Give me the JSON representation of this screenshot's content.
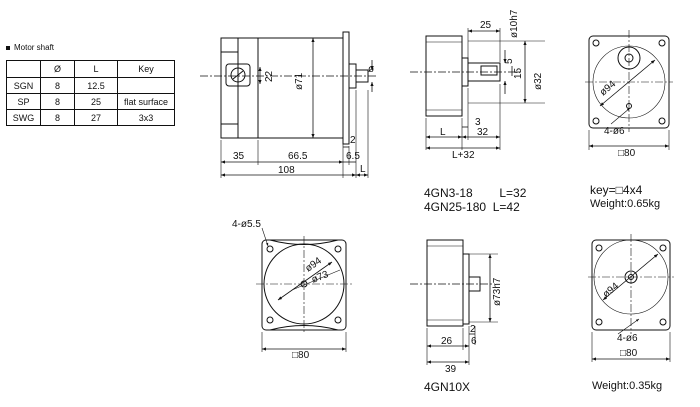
{
  "motor_shaft": {
    "title": "Motor shaft",
    "headers": [
      "",
      "Ø",
      "L",
      "Key"
    ],
    "rows": [
      [
        "SGN",
        "8",
        "12.5",
        ""
      ],
      [
        "SP",
        "8",
        "25",
        "flat surface"
      ],
      [
        "SWG",
        "8",
        "27",
        "3x3"
      ]
    ]
  },
  "side_view": {
    "dia_71": "ø71",
    "dim_22": "22",
    "dim_phi": "ø",
    "dim_2": "2",
    "dim_6_5": "6.5",
    "dim_35": "35",
    "dim_66_5": "66.5",
    "dim_108": "108",
    "dim_L": "L"
  },
  "gear_head": {
    "dim_25": "25",
    "dim_10h7": "ø10h7",
    "dim_32": "ø32",
    "dim_15": "15",
    "dim_5": "5",
    "dim_3": "3",
    "dim_L": "L",
    "dim_32b": "32",
    "dim_L32": "L+32"
  },
  "models": {
    "line1_model": "4GN3-18",
    "line1_value": "L=32",
    "line2_model": "4GN25-180",
    "line2_value": "L=42",
    "key": "key=□4x4",
    "weight_top": "Weight:0.65kg",
    "model_bottom": "4GN10X",
    "weight_bottom": "Weight:0.35kg"
  },
  "front_top": {
    "dia_94": "ø94",
    "holes": "4-ø6",
    "square": "□80"
  },
  "front_bottom_left": {
    "holes": "4-ø5.5",
    "dia_94": "ø94",
    "dia_73": "ø73",
    "square": "□80"
  },
  "side_small": {
    "dia": "ø73h7",
    "dim_2": "2",
    "dim_6": "6",
    "dim_26": "26",
    "dim_39": "39"
  },
  "front_bottom_right": {
    "dia_94": "ø94",
    "holes": "4-ø6",
    "square": "□80"
  }
}
